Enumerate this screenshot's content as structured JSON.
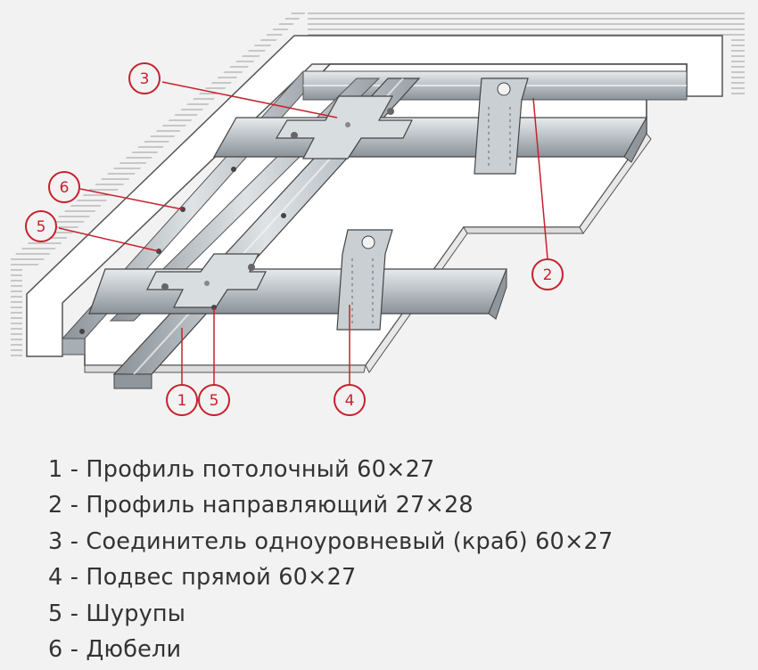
{
  "colors": {
    "callout": "#c8202d",
    "background": "#f2f2f2",
    "text": "#333333",
    "metal": "#b9bfc4",
    "metal_dark": "#7e878e",
    "panel": "#ffffff"
  },
  "callouts": [
    {
      "number": "1"
    },
    {
      "number": "2"
    },
    {
      "number": "3"
    },
    {
      "number": "4"
    },
    {
      "number": "5"
    },
    {
      "number": "5"
    },
    {
      "number": "6"
    }
  ],
  "legend": [
    {
      "text": "1 - Профиль потолочный 60×27"
    },
    {
      "text": "2 - Профиль направляющий 27×28"
    },
    {
      "text": "3 - Соединитель одноуровневый (краб) 60×27"
    },
    {
      "text": "4 - Подвес прямой 60×27"
    },
    {
      "text": "5 - Шурупы"
    },
    {
      "text": "6 - Дюбели"
    }
  ]
}
